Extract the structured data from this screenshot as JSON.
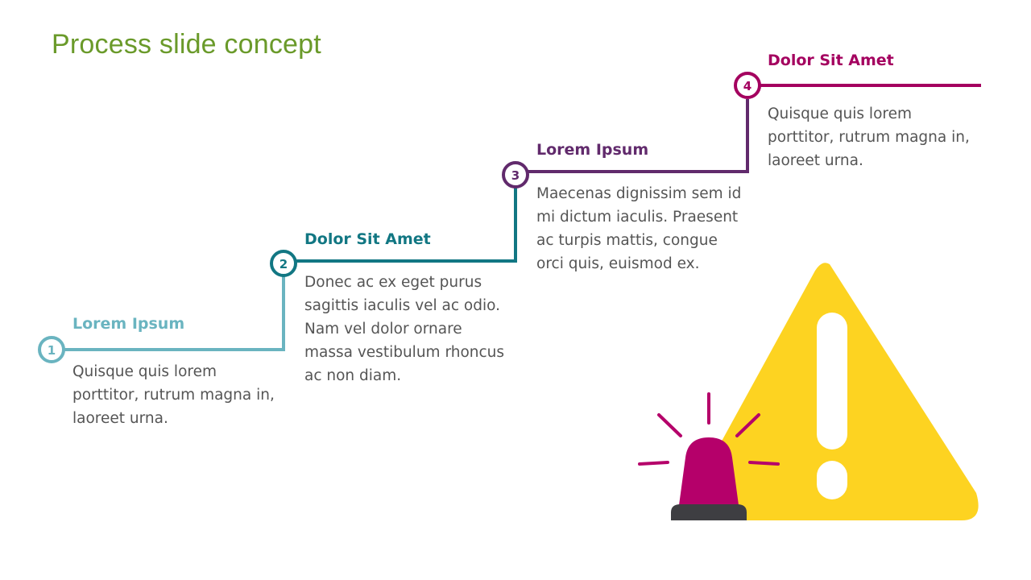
{
  "slide": {
    "title": "Process slide concept",
    "title_color": "#6a9a2a"
  },
  "steps": [
    {
      "number": "1",
      "title": "Lorem Ipsum",
      "body": "Quisque quis lorem porttitor, rutrum magna in, laoreet urna.",
      "color": "#6ab4c0"
    },
    {
      "number": "2",
      "title": "Dolor Sit Amet",
      "body": "Donec ac ex eget purus sagittis iaculis vel ac odio. Nam vel dolor ornare massa vestibulum rhoncus ac non diam.",
      "color": "#127783"
    },
    {
      "number": "3",
      "title": "Lorem Ipsum",
      "body": "Maecenas dignissim sem id mi dictum iaculis. Praesent ac turpis mattis, congue orci quis, euismod ex.",
      "color": "#612a6c"
    },
    {
      "number": "4",
      "title": "Dolor Sit Amet",
      "body": "Quisque quis lorem porttitor, rutrum magna in, laoreet urna.",
      "color": "#a4005f"
    }
  ],
  "illustration": {
    "icon": "warning-triangle-with-alarm-siren",
    "triangle_color": "#fdd321",
    "siren_color": "#b5006a",
    "base_color": "#3e3e42"
  }
}
